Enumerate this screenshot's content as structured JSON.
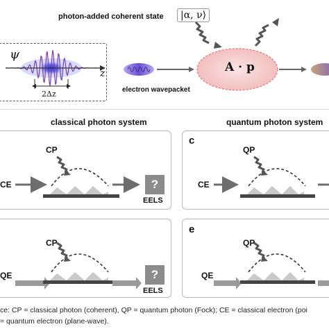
{
  "top": {
    "state_label": "photon-added coherent state",
    "state_math": "|α, ν⟩",
    "psi": "ψ",
    "z_axis": "z",
    "width_label": "2Δz",
    "wavepacket_label": "electron wavepacket",
    "interaction": "A · p"
  },
  "sections": {
    "classical_title": "classical photon system",
    "quantum_title": "quantum photon system"
  },
  "panels": [
    {
      "letter": "",
      "photon": "CP",
      "electron": "CE",
      "detector": "?",
      "detector_label": "EELS"
    },
    {
      "letter": "c",
      "photon": "QP",
      "electron": "CE"
    },
    {
      "letter": "",
      "photon": "CP",
      "electron": "QE",
      "detector": "?",
      "detector_label": "EELS"
    },
    {
      "letter": "e",
      "photon": "QP",
      "electron": "QE"
    }
  ],
  "caption": {
    "line1": "ce: CP = classical photon (coherent), QP = quantum photon (Fock); CE = classical electron (poi",
    "line2": "= quantum electron (plane-wave)."
  },
  "colors": {
    "packet_purple": "#7a3aa8",
    "packet_blue": "#2a3bd6",
    "ellipse_fill": "#f4c6c6",
    "ellipse_edge": "#e07a7a",
    "arrow_gray": "#6d6d6d",
    "panel_border": "#b9b9b9"
  }
}
